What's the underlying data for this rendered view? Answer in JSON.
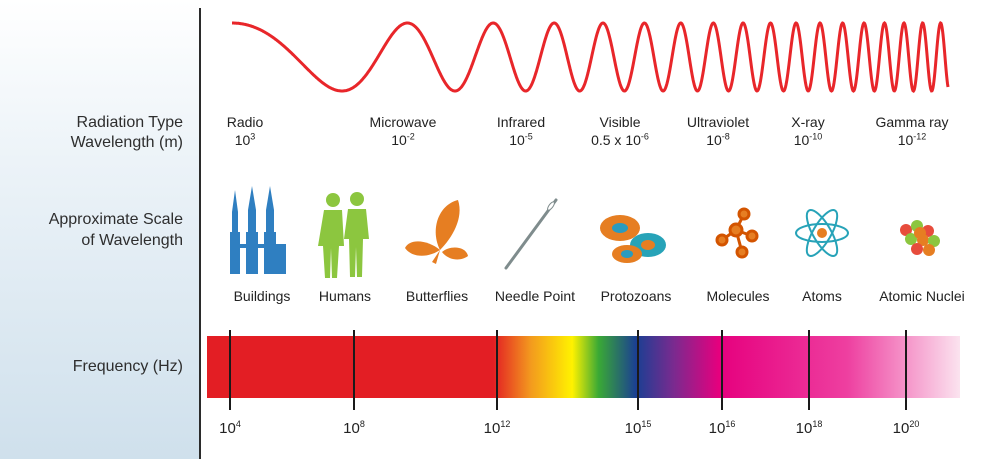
{
  "labels": {
    "radiation_type": "Radiation Type",
    "wavelength": "Wavelength (m)",
    "scale_line1": "Approximate Scale",
    "scale_line2": "of Wavelength",
    "frequency": "Frequency (Hz)"
  },
  "radiation_types": [
    {
      "name": "Radio",
      "wavelength_base": "10",
      "wavelength_exp": "3"
    },
    {
      "name": "Microwave",
      "wavelength_base": "10",
      "wavelength_exp": "-2"
    },
    {
      "name": "Infrared",
      "wavelength_base": "10",
      "wavelength_exp": "-5"
    },
    {
      "name": "Visible",
      "wavelength_base": "0.5 x 10",
      "wavelength_exp": "-6"
    },
    {
      "name": "Ultraviolet",
      "wavelength_base": "10",
      "wavelength_exp": "-8"
    },
    {
      "name": "X-ray",
      "wavelength_base": "10",
      "wavelength_exp": "-10"
    },
    {
      "name": "Gamma ray",
      "wavelength_base": "10",
      "wavelength_exp": "-12"
    }
  ],
  "scale_objects": [
    {
      "label": "Buildings",
      "icon": "buildings-icon",
      "color": "#2f7fc1"
    },
    {
      "label": "Humans",
      "icon": "humans-icon",
      "color": "#8cc63f"
    },
    {
      "label": "Butterflies",
      "icon": "butterfly-icon",
      "color": "#e67e22"
    },
    {
      "label": "Needle Point",
      "icon": "needle-icon",
      "color": "#7f8c8d"
    },
    {
      "label": "Protozoans",
      "icon": "protozoa-icon",
      "color": "#e67e22"
    },
    {
      "label": "Molecules",
      "icon": "molecule-icon",
      "color": "#d35400"
    },
    {
      "label": "Atoms",
      "icon": "atom-icon",
      "color": "#27a3b8"
    },
    {
      "label": "Atomic Nuclei",
      "icon": "nucleus-icon",
      "color": "#e74c3c"
    }
  ],
  "frequency_ticks": [
    {
      "base": "10",
      "exp": "4"
    },
    {
      "base": "10",
      "exp": "8"
    },
    {
      "base": "10",
      "exp": "12"
    },
    {
      "base": "10",
      "exp": "15"
    },
    {
      "base": "10",
      "exp": "16"
    },
    {
      "base": "10",
      "exp": "18"
    },
    {
      "base": "10",
      "exp": "20"
    }
  ],
  "colors": {
    "wave": "#e8262a",
    "bar_red": "#e31e24",
    "bar_magenta": "#e6007e"
  }
}
